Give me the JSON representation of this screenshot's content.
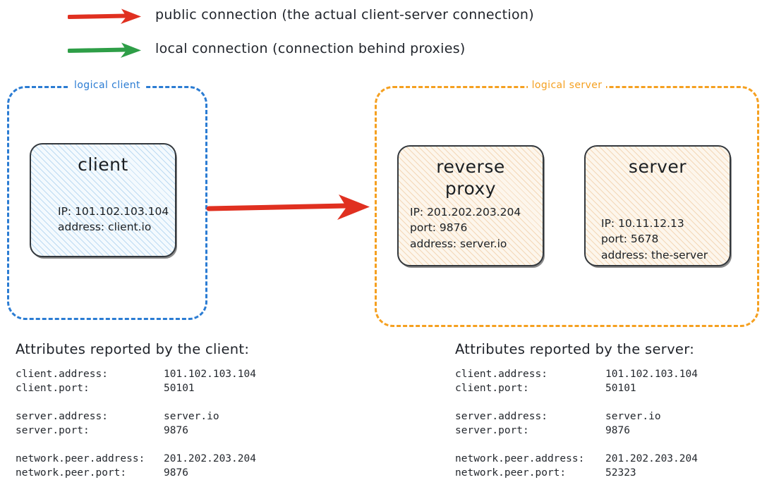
{
  "legend": {
    "items": [
      {
        "arrow_color": "#e03020",
        "icon": "arrow-right-icon",
        "label": "public connection (the actual client-server connection)"
      },
      {
        "arrow_color": "#2e9e47",
        "icon": "arrow-right-icon",
        "label": "local connection (connection behind proxies)"
      }
    ]
  },
  "groups": {
    "client": {
      "label": "logical client",
      "color": "#2b7cd3"
    },
    "server": {
      "label": "logical server",
      "color": "#f5a020"
    }
  },
  "nodes": {
    "client": {
      "title": "client",
      "lines": "IP: 101.102.103.104\naddress: client.io",
      "fill": "#f4fafe",
      "hatch": "#6eafe1"
    },
    "reverse_proxy": {
      "title": "reverse\nproxy",
      "lines": "IP: 201.202.203.204\nport: 9876\naddress: server.io",
      "fill": "#fdf6ec",
      "hatch": "#e4aa69"
    },
    "server": {
      "title": "server",
      "lines": "IP: 10.11.12.13\nport: 5678\naddress: the-server",
      "fill": "#fdf6ec",
      "hatch": "#e4aa69"
    }
  },
  "main_arrow": {
    "color": "#e03020",
    "icon": "arrow-right-icon"
  },
  "attributes": {
    "client": {
      "heading": "Attributes reported by the client:",
      "rows": [
        {
          "key": "client.address:",
          "value": "101.102.103.104"
        },
        {
          "key": "client.port:",
          "value": "50101"
        },
        {
          "key": "",
          "value": ""
        },
        {
          "key": "server.address:",
          "value": "server.io"
        },
        {
          "key": "server.port:",
          "value": "9876"
        },
        {
          "key": "",
          "value": ""
        },
        {
          "key": "network.peer.address:",
          "value": "201.202.203.204"
        },
        {
          "key": "network.peer.port:",
          "value": "9876"
        }
      ]
    },
    "server": {
      "heading": "Attributes reported by the server:",
      "rows": [
        {
          "key": "client.address:",
          "value": "101.102.103.104"
        },
        {
          "key": "client.port:",
          "value": "50101"
        },
        {
          "key": "",
          "value": ""
        },
        {
          "key": "server.address:",
          "value": "server.io"
        },
        {
          "key": "server.port:",
          "value": "9876"
        },
        {
          "key": "",
          "value": ""
        },
        {
          "key": "network.peer.address:",
          "value": "201.202.203.204"
        },
        {
          "key": "network.peer.port:",
          "value": "52323"
        }
      ]
    }
  }
}
